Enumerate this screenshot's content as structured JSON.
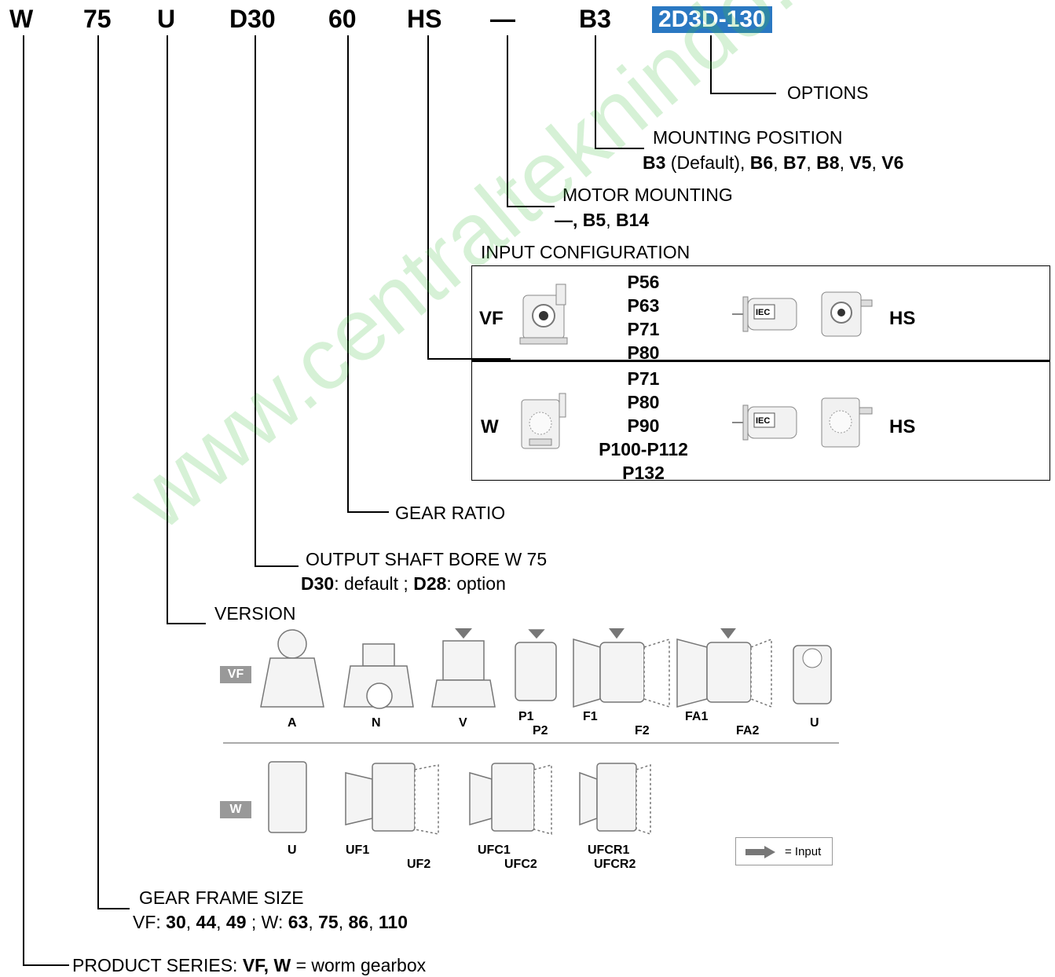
{
  "code": {
    "series": "W",
    "size": "75",
    "version": "U",
    "bore": "D30",
    "ratio": "60",
    "input": "HS",
    "motor": "—",
    "mounting": "B3",
    "options": "2D3D-130"
  },
  "labels": {
    "options": "OPTIONS",
    "mounting_position": "MOUNTING POSITION",
    "mounting_values": [
      "B3",
      " (Default), ",
      "B6",
      ", ",
      "B7",
      ", ",
      "B8",
      ", ",
      "V5",
      ", ",
      "V6"
    ],
    "motor_mounting": "MOTOR MOUNTING",
    "motor_values": [
      "—, B5",
      ", ",
      "B14"
    ],
    "input_configuration": "INPUT CONFIGURATION",
    "gear_ratio": "GEAR RATIO",
    "output_shaft_bore": "OUTPUT SHAFT BORE W 75",
    "bore_values": [
      "D30",
      ": default ; ",
      "D28",
      ": option"
    ],
    "version": "VERSION",
    "gear_frame_size": "GEAR FRAME SIZE",
    "frame_values": [
      "VF: ",
      "30",
      ", ",
      "44",
      ", ",
      "49",
      " ; W: ",
      "63",
      ", ",
      "75",
      ", ",
      "86",
      ", ",
      "110"
    ],
    "product_series": "PRODUCT SERIES: ",
    "series_values": [
      "VF, W",
      " = worm gearbox"
    ]
  },
  "input_table": {
    "rows": [
      {
        "series": "VF",
        "sizes": [
          "P56",
          "P63",
          "P71",
          "P80"
        ],
        "iec": "IEC",
        "hs": "HS"
      },
      {
        "series": "W",
        "sizes": [
          "P71",
          "P80",
          "P90",
          "P100-P112",
          "P132"
        ],
        "iec": "IEC",
        "hs": "HS"
      }
    ]
  },
  "versions": {
    "vf_badge": "VF",
    "w_badge": "W",
    "vf": [
      "A",
      "N",
      "V",
      "P1",
      "P2",
      "F1",
      "F2",
      "FA1",
      "FA2",
      "U"
    ],
    "w": [
      "U",
      "UF1",
      "UF2",
      "UFC1",
      "UFC2",
      "UFCR1",
      "UFCR2"
    ],
    "legend": "= Input"
  },
  "watermark": "www.centralteknindo.com",
  "colors": {
    "highlight": "#2a78c2",
    "watermark": "#46be46"
  }
}
